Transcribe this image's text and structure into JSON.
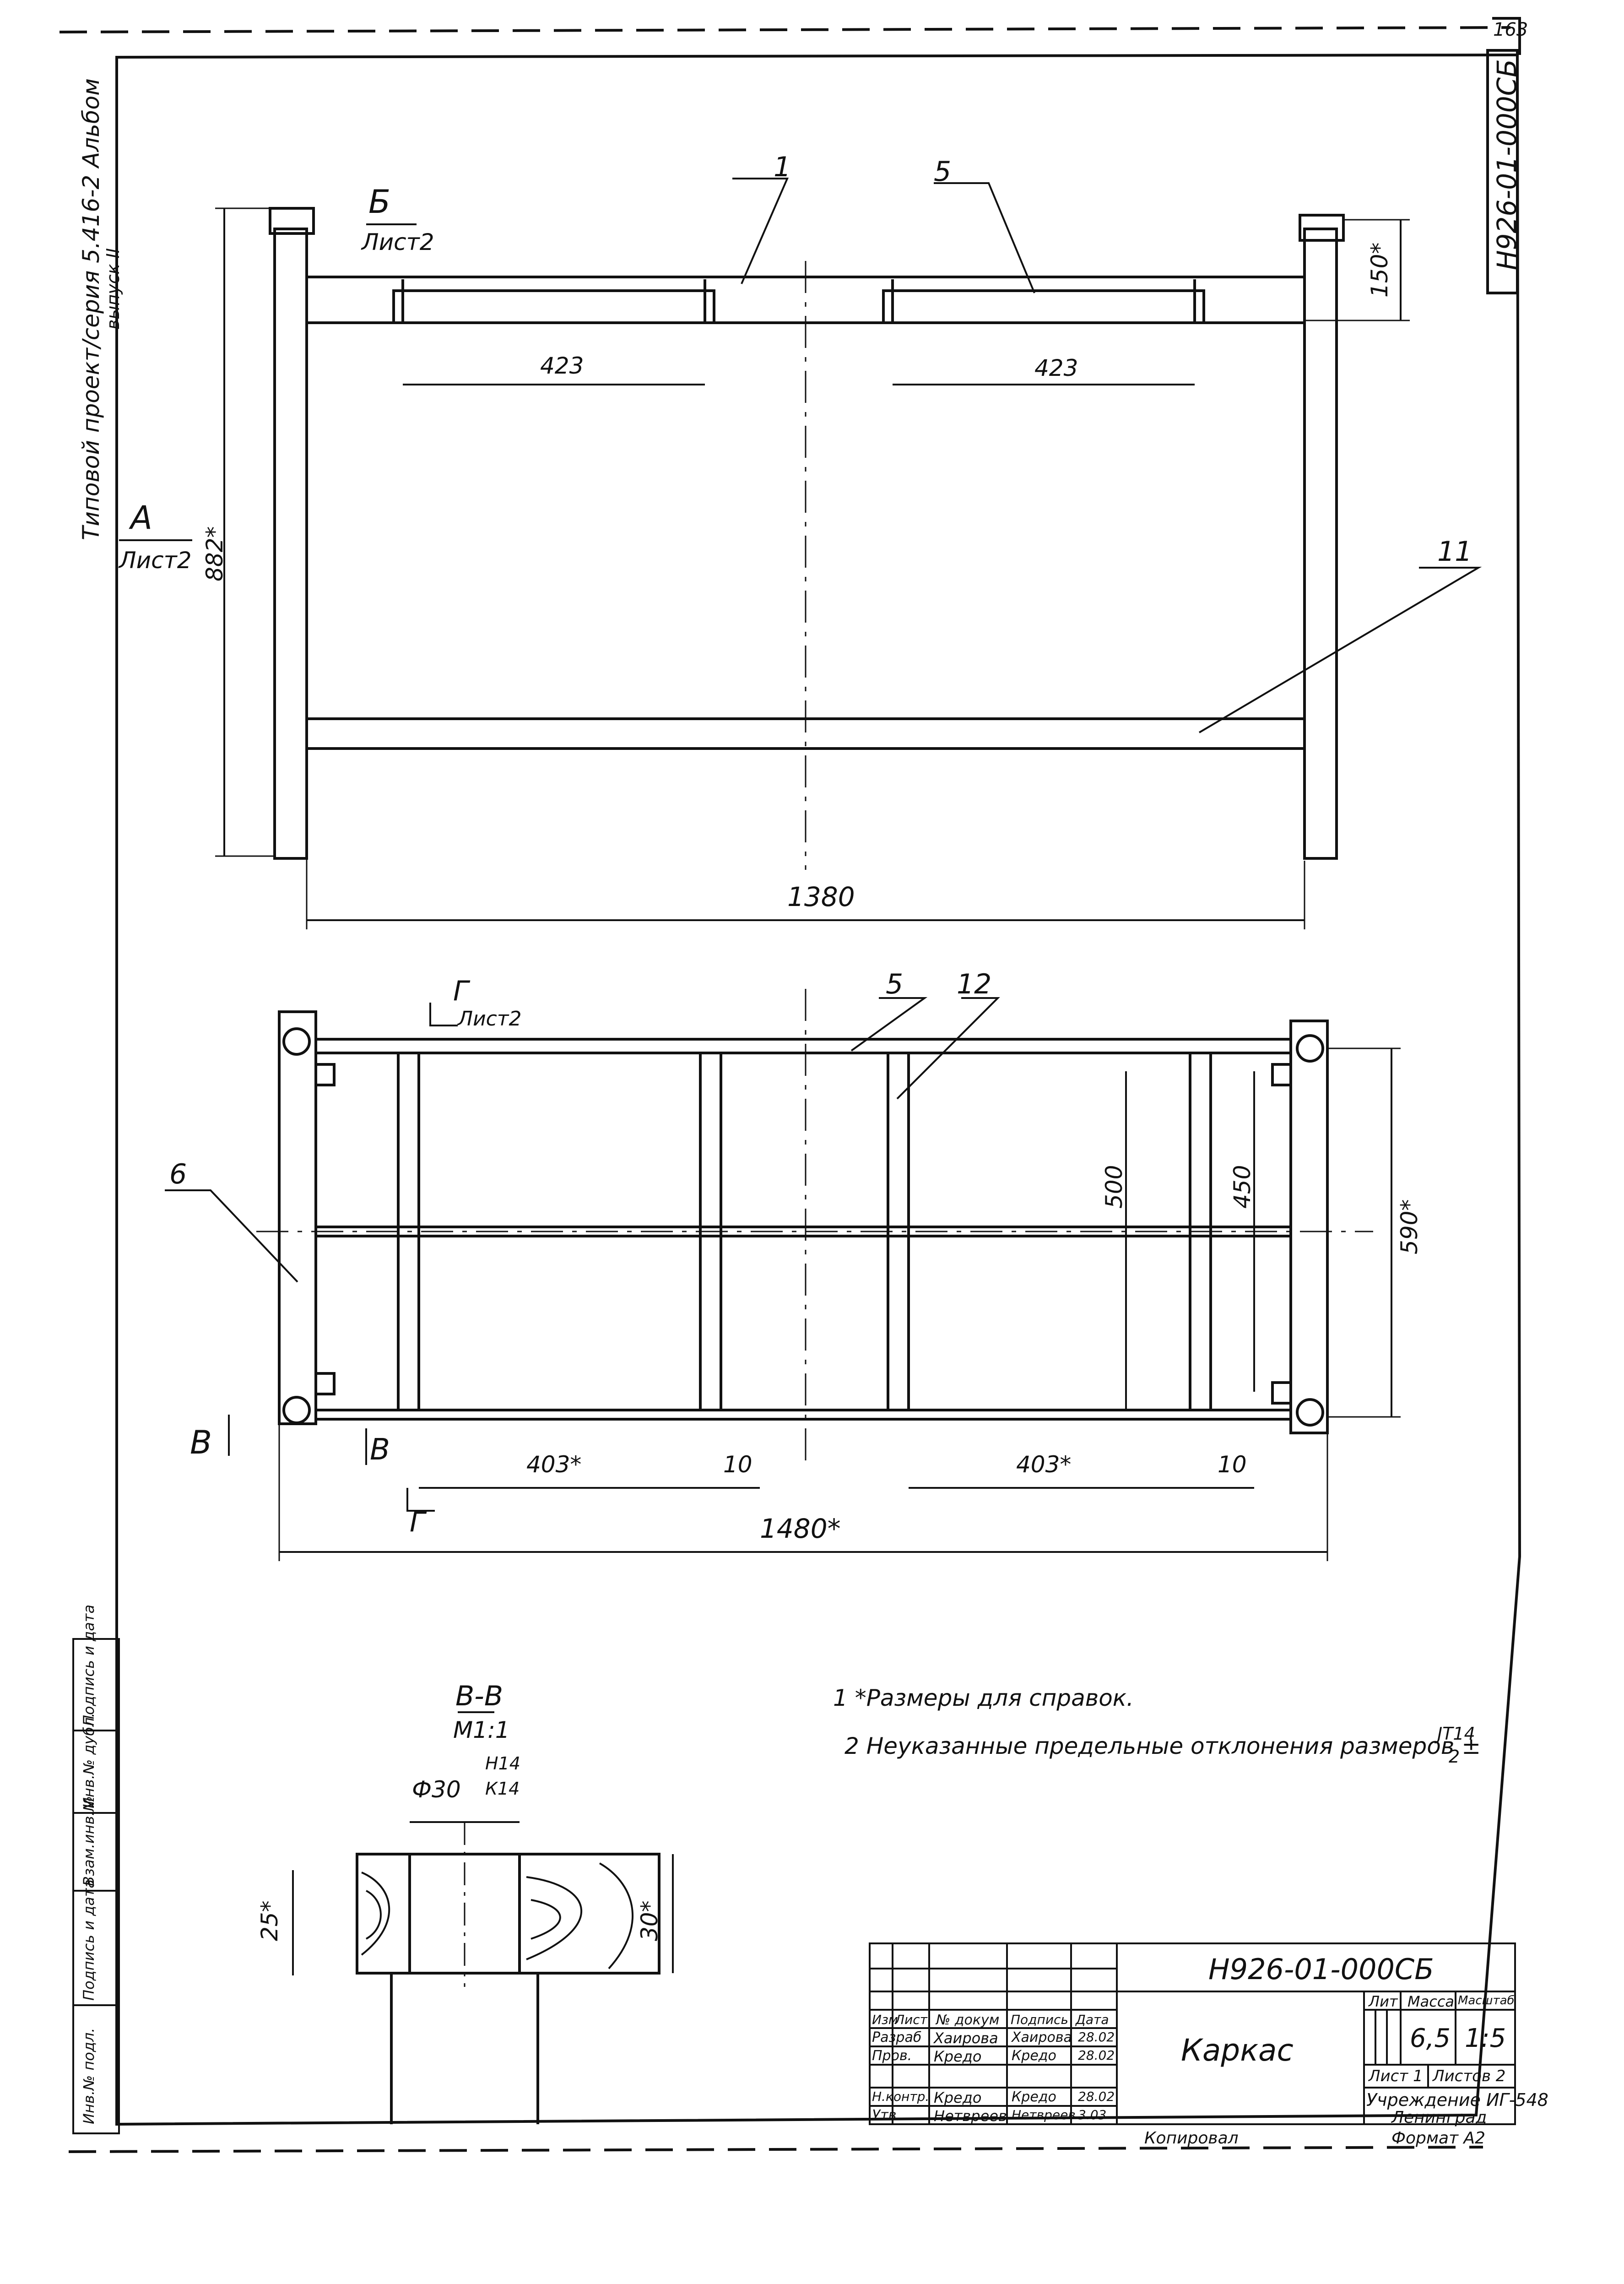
{
  "sheet_number": "163",
  "doc_code": "Н926-01-000СБ",
  "left_margin_note": "Типовой проект/серия 5.416-2 Альбом",
  "left_margin_note_sub": "выпуск II",
  "front_view": {
    "section_b_letter": "Б",
    "section_b_sheet": "Лист2",
    "view_a_letter": "А",
    "view_a_sheet": "Лист2",
    "callout_1": "1",
    "callout_5": "5",
    "callout_11": "11",
    "dim_left_423": "423",
    "dim_right_423": "423",
    "dim_150": "150*",
    "dim_882": "882*",
    "dim_1380": "1380"
  },
  "plan_view": {
    "section_g_letter": "Г",
    "section_g_sheet": "Лист2",
    "section_g_letter_bottom": "Г",
    "callout_5": "5",
    "callout_12": "12",
    "callout_6": "6",
    "section_v_left": "В",
    "section_v_right": "В",
    "dim_500": "500",
    "dim_450": "450",
    "dim_590": "590*",
    "dim_403_left": "403*",
    "dim_10_left": "10",
    "dim_403_right": "403*",
    "dim_10_right": "10",
    "dim_1480": "1480*"
  },
  "section_vv": {
    "title": "В-В",
    "scale": "М1:1",
    "hole_dim": "Ф30",
    "fit_top": "Н14",
    "fit_bottom": "К14",
    "dim_25": "25*",
    "dim_30": "30*"
  },
  "notes": {
    "note1": "1 *Размеры для справок.",
    "note2": "2 Неуказанные предельные отклонения размеров ±",
    "note2_frac_top": "JT14",
    "note2_frac_bottom": "2"
  },
  "title_block": {
    "designation": "Н926-01-000СБ",
    "name": "Каркас",
    "header_izm": "Изм",
    "header_list": "Лист",
    "header_ndokum": "№ докум",
    "header_podpis": "Подпись",
    "header_data": "Дата",
    "row_razrab_role": "Разраб",
    "row_razrab_name": "Хаирова",
    "row_razrab_sign": "Хаирова",
    "row_razrab_date": "28.02",
    "row_prov_role": "Пров.",
    "row_prov_name": "Кредо",
    "row_prov_sign": "Кредо",
    "row_prov_date": "28.02",
    "row_nkontr_role": "Н.контр.",
    "row_nkontr_name": "Кредо",
    "row_nkontr_sign": "Кредо",
    "row_nkontr_date": "28.02",
    "row_utv_role": "Утв",
    "row_utv_name": "Нетвреев",
    "row_utv_sign": "Нетвреев",
    "row_utv_date": "3.03",
    "lit_label": "Лит",
    "mass_label": "Масса",
    "scale_label": "Масштаб",
    "mass_value": "6,5",
    "scale_value": "1:5",
    "sheet_label": "Лист 1",
    "sheets_label": "Листов 2",
    "org_line1": "Учреждение ИГ-548",
    "org_line2": "Ленинград",
    "copied_label": "Копировал",
    "format_label": "Формат А2"
  },
  "left_strip": {
    "c1": "Подпись и дата",
    "c2": "Инв.№ дубл.",
    "c3": "Взам.инв.№",
    "c4": "Подпись и дата",
    "c5": "Инв.№ подл."
  },
  "colors": {
    "ink": "#111111",
    "paper": "#ffffff"
  }
}
